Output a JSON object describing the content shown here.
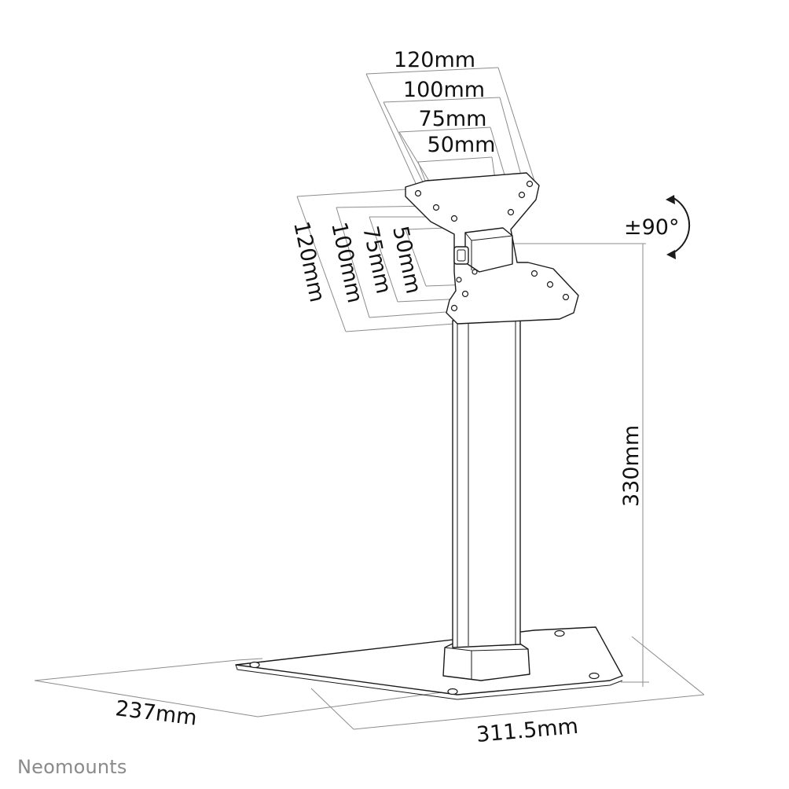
{
  "product": "desk monitor stand",
  "brand": "Neomounts",
  "colors": {
    "line": "#1a1a1a",
    "dimension_line": "#8c8c8c",
    "text": "#111111",
    "brand_text": "#8a8a8a",
    "background": "#ffffff"
  },
  "vesa_horizontal": [
    "120mm",
    "100mm",
    "75mm",
    "50mm"
  ],
  "vesa_vertical": [
    "120mm",
    "100mm",
    "75mm",
    "50mm"
  ],
  "rotation": "±90°",
  "column_height": "330mm",
  "base_depth": "237mm",
  "base_width": "311.5mm"
}
